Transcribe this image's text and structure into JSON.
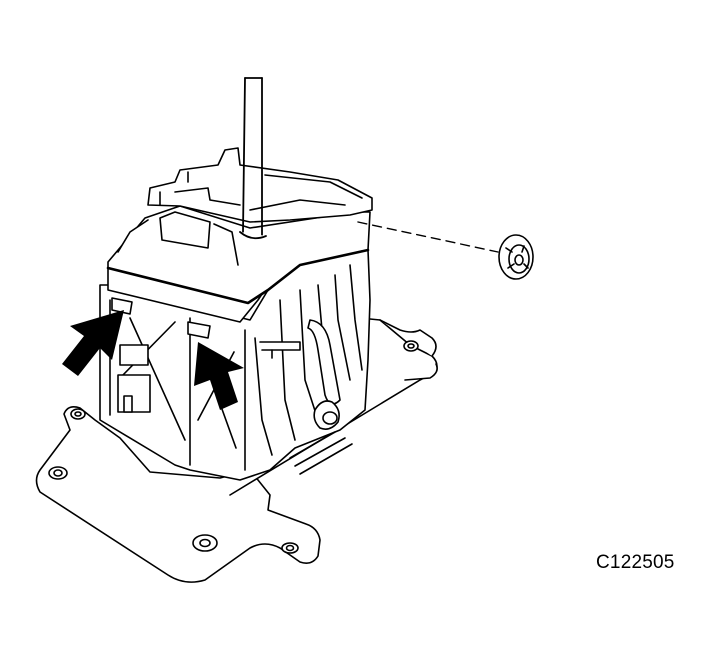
{
  "figure_code": "C122505",
  "colors": {
    "line": "#000000",
    "fill": "#ffffff",
    "arrow": "#000000"
  },
  "parts": {
    "assembly": "shift-lever-assembly",
    "clip": "clip-removed",
    "tabs": [
      "claw-left",
      "claw-right"
    ]
  }
}
